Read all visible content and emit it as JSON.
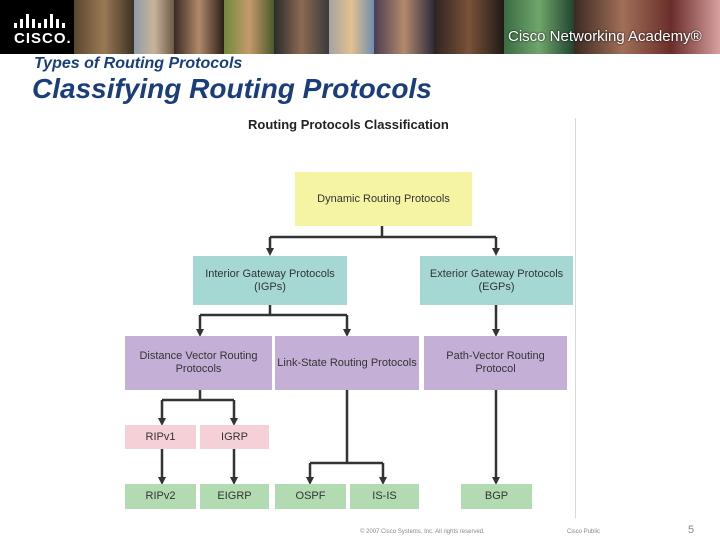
{
  "header": {
    "logo_text": "CISCO.",
    "academy_text": "Cisco Networking Academy®"
  },
  "slide": {
    "subtitle": "Types of Routing Protocols",
    "title": "Classifying Routing Protocols"
  },
  "diagram": {
    "title": "Routing Protocols Classification",
    "root": "Dynamic Routing Protocols",
    "igp": "Interior Gateway Protocols (IGPs)",
    "egp": "Exterior Gateway Protocols (EGPs)",
    "distance_vector": "Distance Vector Routing Protocols",
    "link_state": "Link-State Routing Protocols",
    "path_vector": "Path-Vector Routing Protocol",
    "ripv1": "RIPv1",
    "igrp": "IGRP",
    "ripv2": "RIPv2",
    "eigrp": "EIGRP",
    "ospf": "OSPF",
    "isis": "IS-IS",
    "bgp": "BGP"
  },
  "footer": {
    "copyright": "© 2007 Cisco Systems, Inc. All rights reserved.",
    "classification": "Cisco Public",
    "page": "5"
  },
  "colors": {
    "title_blue": "#1a3d7c",
    "root_yellow": "#f4f4a3",
    "gateway_teal": "#a5d8d3",
    "category_purple": "#c4b0d7",
    "legacy_pink": "#f5d0d6",
    "current_green": "#b2dbb2"
  }
}
